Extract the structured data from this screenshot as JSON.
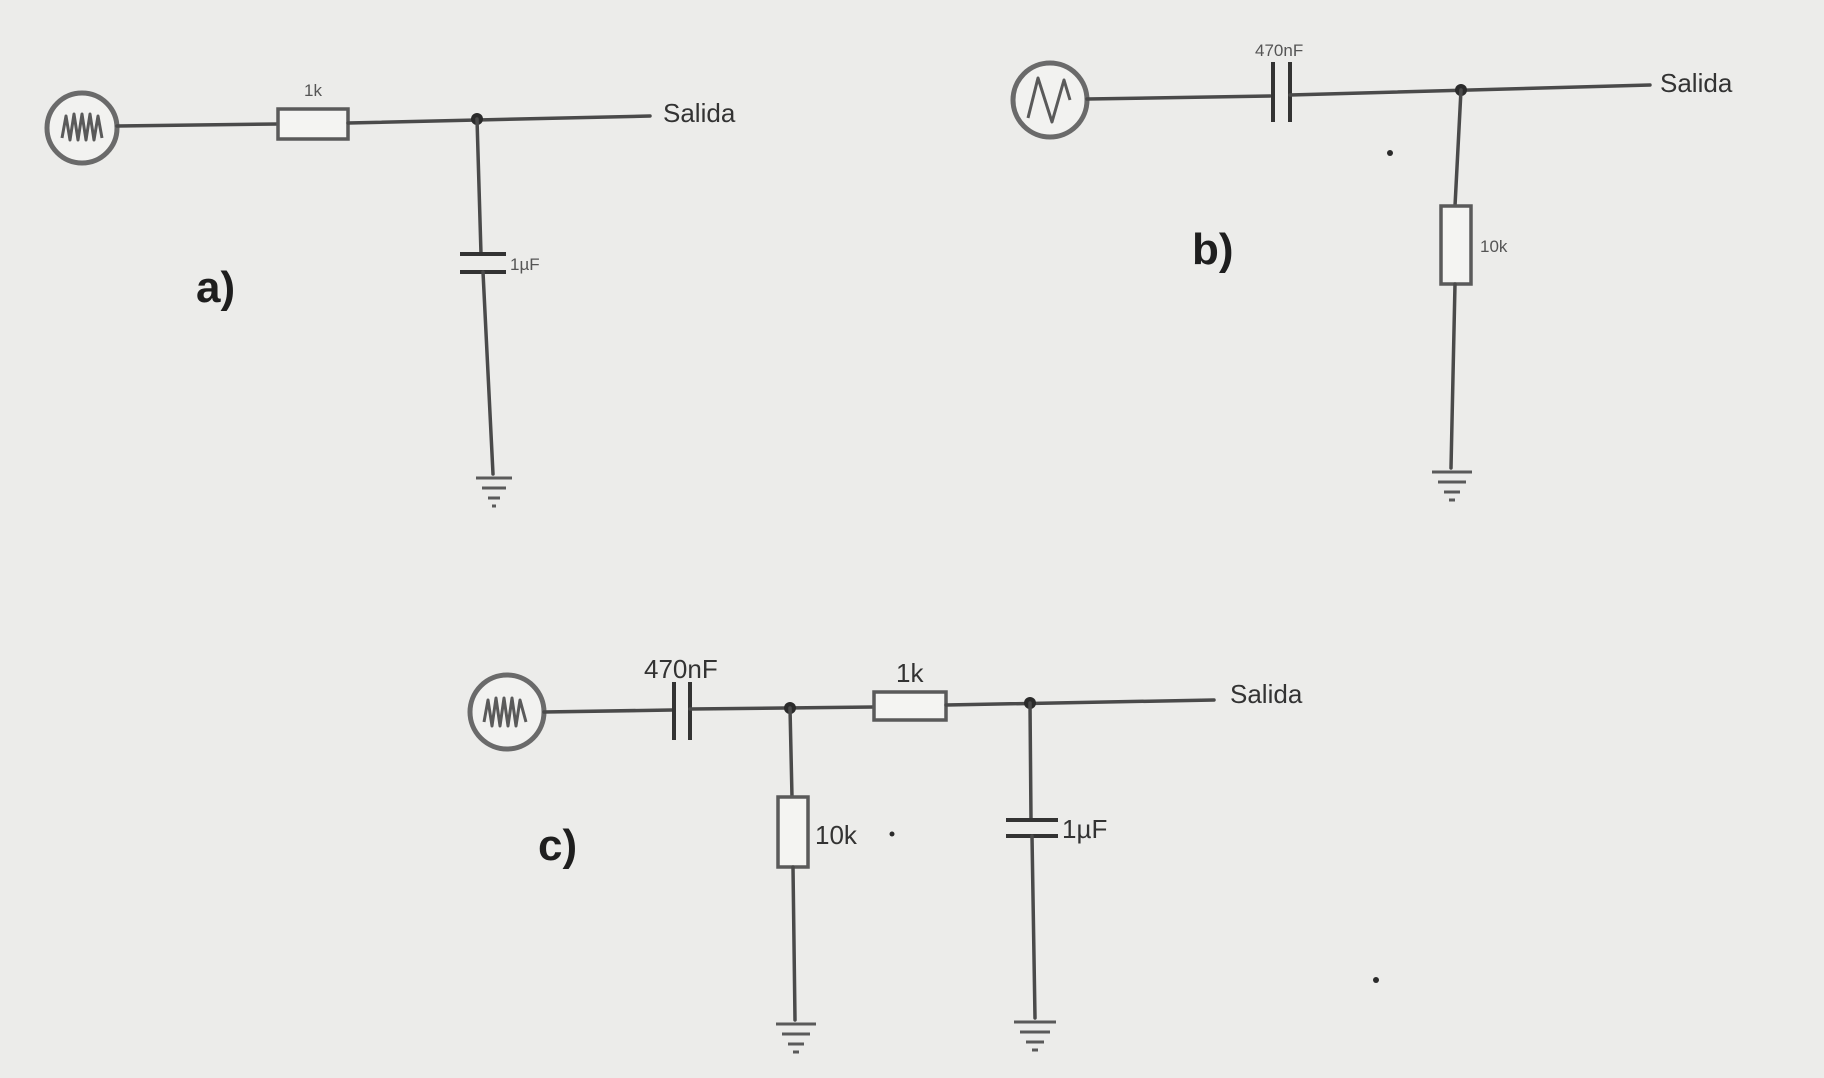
{
  "circuits": {
    "a": {
      "caption": "a)",
      "resistor": "1k",
      "capacitor": "1µF",
      "output": "Salida"
    },
    "b": {
      "caption": "b)",
      "capacitor": "470nF",
      "resistor": "10k",
      "output": "Salida"
    },
    "c": {
      "caption": "c)",
      "capacitor_series": "470nF",
      "resistor_shunt": "10k",
      "resistor_series": "1k",
      "capacitor_shunt": "1µF",
      "output": "Salida"
    }
  },
  "icons": {
    "source_a": "ac-source-icon",
    "source_b": "sine-source-icon",
    "source_c": "ac-source-icon",
    "ground": "ground-icon"
  }
}
